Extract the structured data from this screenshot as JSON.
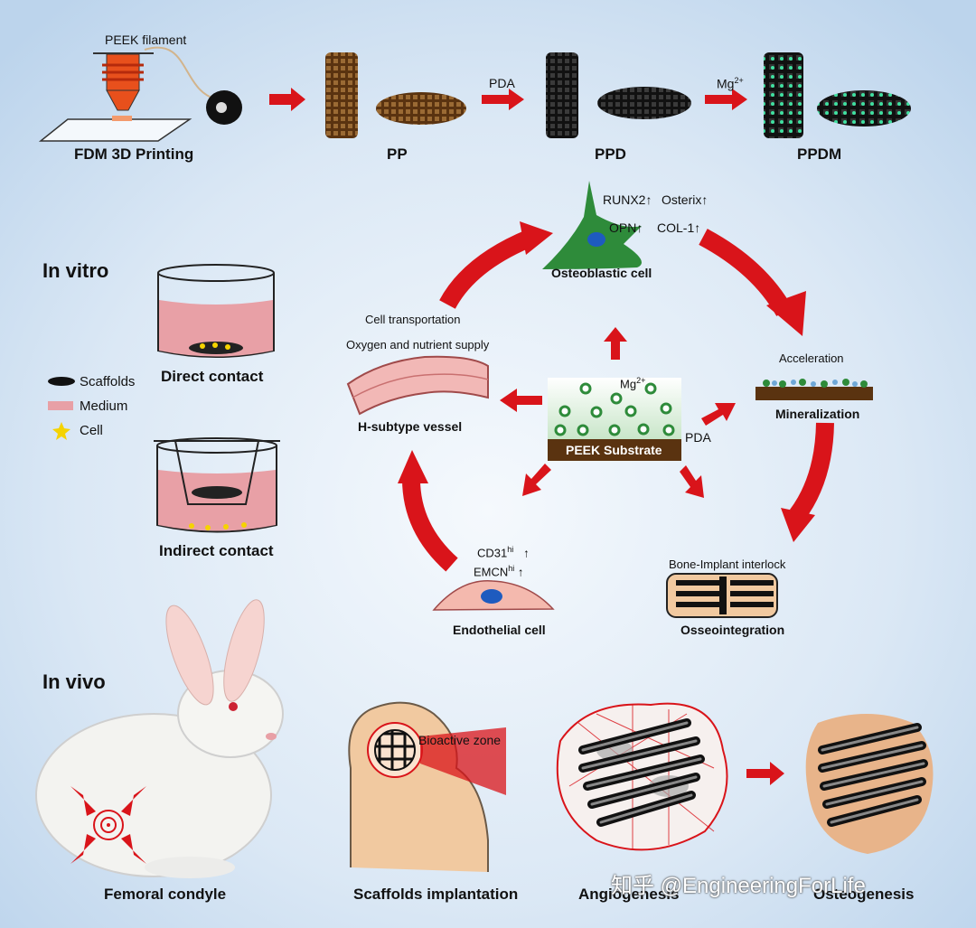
{
  "top": {
    "filament": "PEEK filament",
    "fdm": "FDM 3D Printing",
    "pp": "PP",
    "pda": "PDA",
    "ppd": "PPD",
    "mg": "Mg",
    "mg_sup": "2+",
    "ppdm": "PPDM"
  },
  "invitro": {
    "title": "In vitro",
    "direct": "Direct contact",
    "indirect": "Indirect contact",
    "legend": {
      "scaffolds": "Scaffolds",
      "medium": "Medium",
      "cell": "Cell"
    }
  },
  "cycle": {
    "runx2": "RUNX2↑",
    "osterix": "Osterix↑",
    "opn": "OPN↑",
    "col1": "COL-1↑",
    "osteoblast": "Osteoblastic cell",
    "cell_transport": "Cell transportation",
    "oxygen": "Oxygen and nutrient supply",
    "vessel": "H-subtype vessel",
    "acceleration": "Acceleration",
    "mineralization": "Mineralization",
    "substrate_mg": "Mg",
    "substrate_mg_sup": "2+",
    "substrate": "PEEK Substrate",
    "pda": "PDA",
    "cd31": "CD31",
    "cd31_sup": "hi",
    "emcn": "EMCN",
    "emcn_sup": "hi",
    "up": "↑",
    "endothelial": "Endothelial cell",
    "interlock": "Bone-Implant interlock",
    "osseo": "Osseointegration"
  },
  "invivo": {
    "title": "In vivo",
    "femoral": "Femoral condyle",
    "bioactive": "Bioactive zone",
    "implant": "Scaffolds implantation",
    "angio": "Angiogenesis",
    "osteo": "Osteogenesis"
  },
  "watermark": "知乎 @EngineeringForLife",
  "colors": {
    "arrow_red": "#d9141a",
    "background": "#d6e6f5",
    "medium_pink": "#e8a0a6",
    "cell_green": "#2e8b3a",
    "vessel_pink": "#f2b8b6",
    "bone": "#f1c9a0",
    "scaffold_brown": "#6a3d16"
  }
}
